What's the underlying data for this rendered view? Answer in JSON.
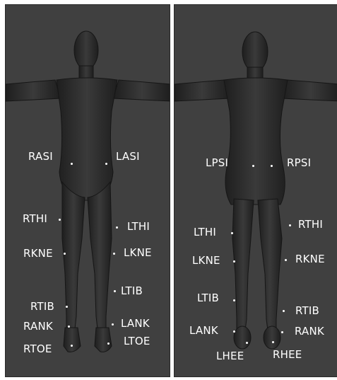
{
  "front": {
    "markers": [
      {
        "id": "rasi",
        "label": "RASI"
      },
      {
        "id": "lasi",
        "label": "LASI"
      },
      {
        "id": "rthi",
        "label": "RTHI"
      },
      {
        "id": "lthi",
        "label": "LTHI"
      },
      {
        "id": "rkne",
        "label": "RKNE"
      },
      {
        "id": "lkne",
        "label": "LKNE"
      },
      {
        "id": "ltib",
        "label": "LTIB"
      },
      {
        "id": "rtib",
        "label": "RTIB"
      },
      {
        "id": "rank",
        "label": "RANK"
      },
      {
        "id": "lank",
        "label": "LANK"
      },
      {
        "id": "rtoe",
        "label": "RTOE"
      },
      {
        "id": "ltoe",
        "label": "LTOE"
      }
    ]
  },
  "back": {
    "markers": [
      {
        "id": "lpsi",
        "label": "LPSI"
      },
      {
        "id": "rpsi",
        "label": "RPSI"
      },
      {
        "id": "lthi",
        "label": "LTHI"
      },
      {
        "id": "rthi",
        "label": "RTHI"
      },
      {
        "id": "lkne",
        "label": "LKNE"
      },
      {
        "id": "rkne",
        "label": "RKNE"
      },
      {
        "id": "ltib",
        "label": "LTIB"
      },
      {
        "id": "rtib",
        "label": "RTIB"
      },
      {
        "id": "lank",
        "label": "LANK"
      },
      {
        "id": "rank",
        "label": "RANK"
      },
      {
        "id": "lhee",
        "label": "LHEE"
      },
      {
        "id": "rhee",
        "label": "RHEE"
      }
    ]
  }
}
